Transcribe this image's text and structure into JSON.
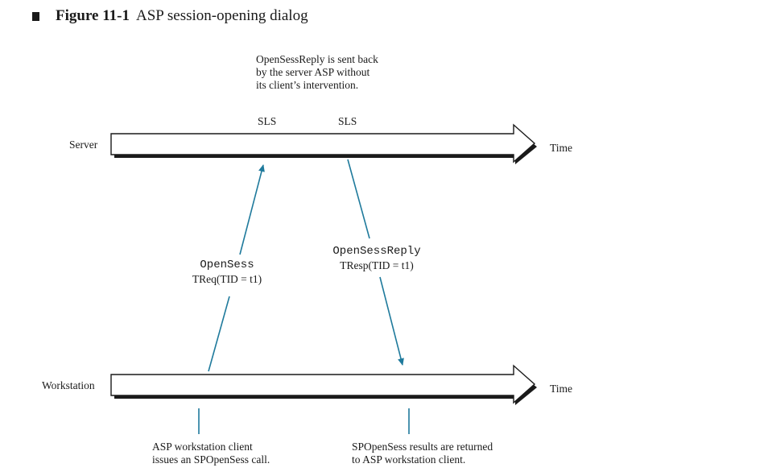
{
  "figure": {
    "number": "Figure 11-1",
    "title": "ASP session-opening dialog"
  },
  "server_note": [
    "OpenSessReply is sent back",
    "by the server ASP without",
    "its client’s intervention."
  ],
  "lanes": {
    "server": {
      "label": "Server",
      "time_label": "Time"
    },
    "workstation": {
      "label": "Workstation",
      "time_label": "Time"
    }
  },
  "markers": [
    "SLS",
    "SLS"
  ],
  "messages": {
    "request": {
      "name": "OpenSess",
      "detail": "TReq(TID = t1)"
    },
    "reply": {
      "name": "OpenSessReply",
      "detail": "TResp(TID = t1)"
    }
  },
  "workstation_notes": {
    "call": [
      "ASP workstation client",
      "issues an SPOpenSess call."
    ],
    "result": [
      "SPOpenSess results are returned",
      "to ASP workstation client."
    ]
  },
  "colors": {
    "message_arrow": "#1f7a9c",
    "lane_outline": "#1a1a1a",
    "lane_shadow": "#1a1a1a"
  }
}
